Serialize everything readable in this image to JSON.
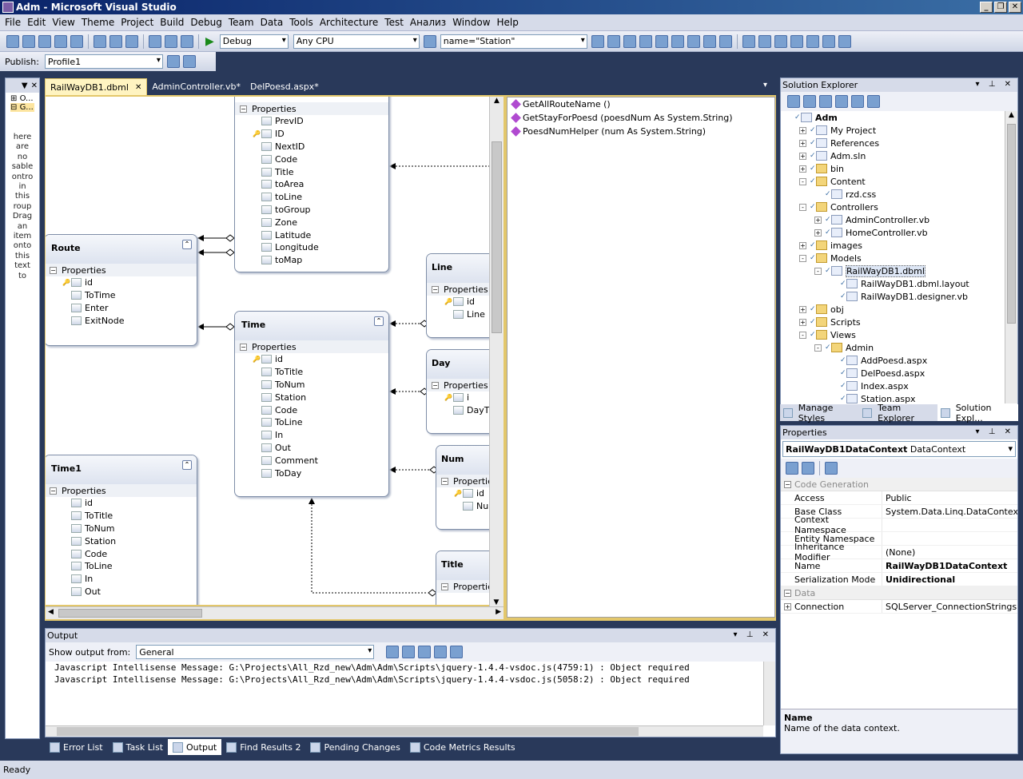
{
  "window": {
    "title": "Adm - Microsoft Visual Studio"
  },
  "menu": [
    "File",
    "Edit",
    "View",
    "Theme",
    "Project",
    "Build",
    "Debug",
    "Team",
    "Data",
    "Tools",
    "Architecture",
    "Test",
    "Анализ",
    "Window",
    "Help"
  ],
  "toolbar": {
    "config": "Debug",
    "platform": "Any CPU",
    "find": "name=\"Station\""
  },
  "publish": {
    "label": "Publish:",
    "profile": "Profile1"
  },
  "left_panel": {
    "items": [
      "O...",
      "G..."
    ],
    "vertical_text": [
      "here",
      "are",
      "no",
      "sable",
      "ontro",
      "in",
      "this",
      "roup",
      "Drag",
      "an",
      "item",
      "onto",
      "this",
      "text",
      "to"
    ]
  },
  "doc_tabs": [
    {
      "label": "RailWayDB1.dbml",
      "active": true
    },
    {
      "label": "AdminController.vb*"
    },
    {
      "label": "DelPoesd.aspx*"
    }
  ],
  "entities": {
    "station_props": [
      "PrevID",
      "ID",
      "NextID",
      "Code",
      "Title",
      "toArea",
      "toLine",
      "toGroup",
      "Zone",
      "Latitude",
      "Longitude",
      "toMap"
    ],
    "route": {
      "name": "Route",
      "props": [
        "id",
        "ToTime",
        "Enter",
        "ExitNode"
      ]
    },
    "time": {
      "name": "Time",
      "props": [
        "id",
        "ToTitle",
        "ToNum",
        "Station",
        "Code",
        "ToLine",
        "In",
        "Out",
        "Comment",
        "ToDay"
      ]
    },
    "time1": {
      "name": "Time1",
      "props": [
        "id",
        "ToTitle",
        "ToNum",
        "Station",
        "Code",
        "ToLine",
        "In",
        "Out"
      ]
    },
    "line": {
      "name": "Line",
      "props": [
        "id",
        "Line"
      ]
    },
    "day": {
      "name": "Day",
      "props": [
        "i",
        "DayT"
      ]
    },
    "num": {
      "name": "Num",
      "props": [
        "id",
        "Nu"
      ]
    },
    "title": {
      "name": "Title",
      "props": [
        ""
      ]
    },
    "properties_label": "Properties",
    "properties_label_short": "Propertie"
  },
  "methods": [
    "GetAllRouteName ()",
    "GetStayForPoesd (poesdNum As System.String)",
    "PoesdNumHelper (num As System.String)"
  ],
  "output": {
    "title": "Output",
    "show_from_label": "Show output from:",
    "source": "General",
    "lines": [
      "Javascript Intellisense Message: G:\\Projects\\All_Rzd_new\\Adm\\Adm\\Scripts\\jquery-1.4.4-vsdoc.js(4759:1) : Object required",
      "Javascript Intellisense Message: G:\\Projects\\All_Rzd_new\\Adm\\Adm\\Scripts\\jquery-1.4.4-vsdoc.js(5058:2) : Object required"
    ]
  },
  "bottom_tabs": [
    "Error List",
    "Task List",
    "Output",
    "Find Results 2",
    "Pending Changes",
    "Code Metrics Results"
  ],
  "status": "Ready",
  "solution_explorer": {
    "title": "Solution Explorer",
    "items": [
      {
        "label": "Adm",
        "level": 0,
        "bold": true,
        "exp": ""
      },
      {
        "label": "My Project",
        "level": 1,
        "exp": "+"
      },
      {
        "label": "References",
        "level": 1,
        "exp": "+"
      },
      {
        "label": "Adm.sln",
        "level": 1,
        "exp": "+"
      },
      {
        "label": "bin",
        "level": 1,
        "exp": "+",
        "folder": true
      },
      {
        "label": "Content",
        "level": 1,
        "exp": "-",
        "folder": true
      },
      {
        "label": "rzd.css",
        "level": 2,
        "exp": ""
      },
      {
        "label": "Controllers",
        "level": 1,
        "exp": "-",
        "folder": true
      },
      {
        "label": "AdminController.vb",
        "level": 2,
        "exp": "+"
      },
      {
        "label": "HomeController.vb",
        "level": 2,
        "exp": "+"
      },
      {
        "label": "images",
        "level": 1,
        "exp": "+",
        "folder": true
      },
      {
        "label": "Models",
        "level": 1,
        "exp": "-",
        "folder": true
      },
      {
        "label": "RailWayDB1.dbml",
        "level": 2,
        "exp": "-",
        "selected": true
      },
      {
        "label": "RailWayDB1.dbml.layout",
        "level": 3,
        "exp": ""
      },
      {
        "label": "RailWayDB1.designer.vb",
        "level": 3,
        "exp": ""
      },
      {
        "label": "obj",
        "level": 1,
        "exp": "+",
        "folder": true
      },
      {
        "label": "Scripts",
        "level": 1,
        "exp": "+",
        "folder": true
      },
      {
        "label": "Views",
        "level": 1,
        "exp": "-",
        "folder": true
      },
      {
        "label": "Admin",
        "level": 2,
        "exp": "-",
        "folder": true
      },
      {
        "label": "AddPoesd.aspx",
        "level": 3,
        "exp": ""
      },
      {
        "label": "DelPoesd.aspx",
        "level": 3,
        "exp": ""
      },
      {
        "label": "Index.aspx",
        "level": 3,
        "exp": ""
      },
      {
        "label": "Station.aspx",
        "level": 3,
        "exp": ""
      }
    ],
    "bottom_tabs": [
      "Manage Styles",
      "Team Explorer",
      "Solution Expl..."
    ]
  },
  "properties": {
    "title": "Properties",
    "object": "RailWayDB1DataContext",
    "object_type": "DataContext",
    "cat1": "Code Generation",
    "rows1": [
      {
        "n": "Access",
        "v": "Public"
      },
      {
        "n": "Base Class",
        "v": "System.Data.Linq.DataContext"
      },
      {
        "n": "Context Namespace",
        "v": ""
      },
      {
        "n": "Entity Namespace",
        "v": ""
      },
      {
        "n": "Inheritance Modifier",
        "v": "(None)"
      },
      {
        "n": "Name",
        "v": "RailWayDB1DataContext",
        "bold": true
      },
      {
        "n": "Serialization Mode",
        "v": "Unidirectional",
        "bold": true
      }
    ],
    "cat2": "Data",
    "rows2": [
      {
        "n": "Connection",
        "v": "SQLServer_ConnectionStrings ("
      }
    ],
    "desc_title": "Name",
    "desc_text": "Name of the data context."
  },
  "colors": {
    "chrome": "#29395a",
    "accent": "#e3c76b"
  }
}
